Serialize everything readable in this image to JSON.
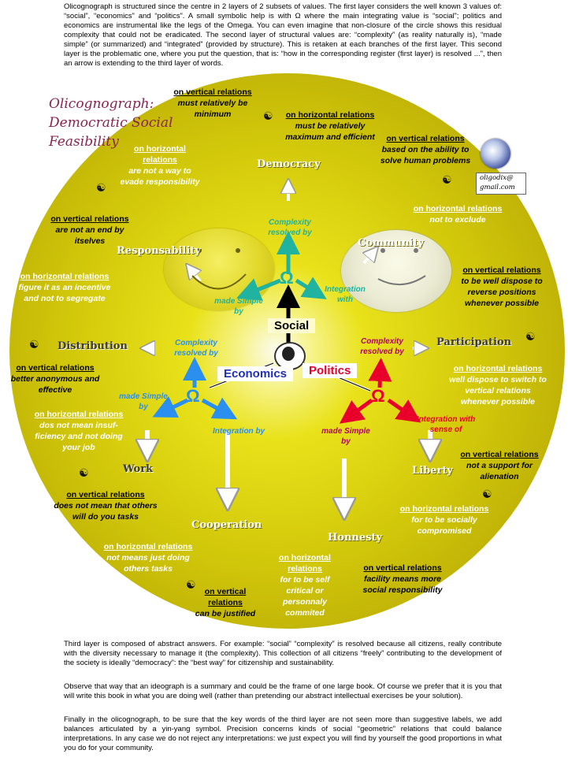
{
  "intro": "Olicognograph is structured since the centre in 2 layers of 2 subsets of values. The first layer considers the well known 3 values of: “social”, “economics” and “politics”. A small symbolic help is with Ω where the main integrating value is “social”; politics and economics are instrumental like the legs of the Omega. You can even imagine that non-closure of the circle shows this residual complexity that could not be eradicated. The second layer of structural values are: “complexity” (as reality naturally is), “made simple” (or summarized) and “integrated” (provided by structure). This is retaken at each branches of the first layer. This second layer is the problematic one, where you put the question, that is: “how in the corresponding register (first layer) is resolved ...”, then an arrow is extending to the third layer of words.",
  "title_lines": [
    "Olicognograph:",
    "Democratic Social",
    "Feasibility"
  ],
  "email": [
    "oligodix@",
    "gmail.com"
  ],
  "center": {
    "social": "Social",
    "economics": "Economics",
    "politics": "Politics"
  },
  "branches": {
    "social": {
      "complexity": "Complexity resolved by",
      "simple": "made Simple by",
      "integration": "Integration with"
    },
    "economics": {
      "complexity": "Complexity resolved by",
      "simple": "made Simple by",
      "integration": "Integration by"
    },
    "politics": {
      "complexity": "Complexity resolved by",
      "simple": "made Simple by",
      "integration": "Integration with sense of"
    }
  },
  "third_layer": {
    "democracy": "Democracy",
    "community": "Community",
    "responsability": "Responsability",
    "distribution": "Distribution",
    "participation": "Participation",
    "work": "Work",
    "cooperation": "Cooperation",
    "honnesty": "Honnesty",
    "liberty": "Liberty"
  },
  "relations": [
    {
      "heading": "on vertical relations",
      "body": "must relatively be minimum"
    },
    {
      "heading": "on horizontal relations",
      "body": "must be relatively maximum and efficient"
    },
    {
      "heading": "on vertical relations",
      "body": "based on the ability to solve human problems"
    },
    {
      "heading": "on horizontal relations",
      "body": "are not a way to evade responsibility"
    },
    {
      "heading": "on horizontal relations",
      "body": "not to exclude"
    },
    {
      "heading": "on vertical relations",
      "body": "are not an end by itselves"
    },
    {
      "heading": "on horizontal relations",
      "body": "figure it as an incentive and not to segregate"
    },
    {
      "heading": "on vertical relations",
      "body": "to be well dispose to reverse positions whenever possible"
    },
    {
      "heading": "on vertical relations",
      "body": "better anonymous and effective"
    },
    {
      "heading": "on horizontal relations",
      "body": "well dispose to switch to vertical relations whenever possible"
    },
    {
      "heading": "on horizontal relations",
      "body": "dos not mean insuf- ficiency and not doing your job"
    },
    {
      "heading": "on vertical relations",
      "body": "not a support for alienation"
    },
    {
      "heading": "on vertical relations",
      "body": "does not mean that others will do you tasks"
    },
    {
      "heading": "on horizontal relations",
      "body": "for to be socially compromised"
    },
    {
      "heading": "on horizontal relations",
      "body": "not means just doing others tasks"
    },
    {
      "heading": "on horizontal relations",
      "body": "for to be self critical or personnaly commited"
    },
    {
      "heading": "on vertical relations",
      "body": "facility means more social responsibility"
    },
    {
      "heading": "on vertical relations",
      "body": "can be justified"
    }
  ],
  "para_third": "Third layer is composed of abstract answers. For example: “social” “complexity” is resolved because all citizens, really contribute with the diversity necessary to manage it (the complexity). This collection of all citizens “freely” contributing to the development of the society is ideally “democracy”: the “best way” for citizenship and sustainability.",
  "para_observe": "Observe that way that an ideograph is a summary and could be the frame of one large book. Of course we prefer that it is you that will write this book in what you are doing well (rather than pretending our abstract intellectual exercises be your solution).",
  "para_finally": "Finally in the olicognograph, to be sure that the key words of the third layer are not seen more than suggestive labels, we add balances articulated by a yin-yang symbol. Precision concerns kinds of social “geometric” relations that could balance interpretations. In any case we do not reject any interpretations: we just expect you will find by yourself the good proportions in what you do for your community.",
  "colors": {
    "social_branch": "#1fb3a0",
    "economics_branch": "#2b8ff0",
    "politics_branch": "#e8002a",
    "title": "#8a2252"
  },
  "icons": {
    "yin_yang": "yin-yang-icon",
    "arrow": "arrow-icon",
    "omega": "omega-icon"
  }
}
